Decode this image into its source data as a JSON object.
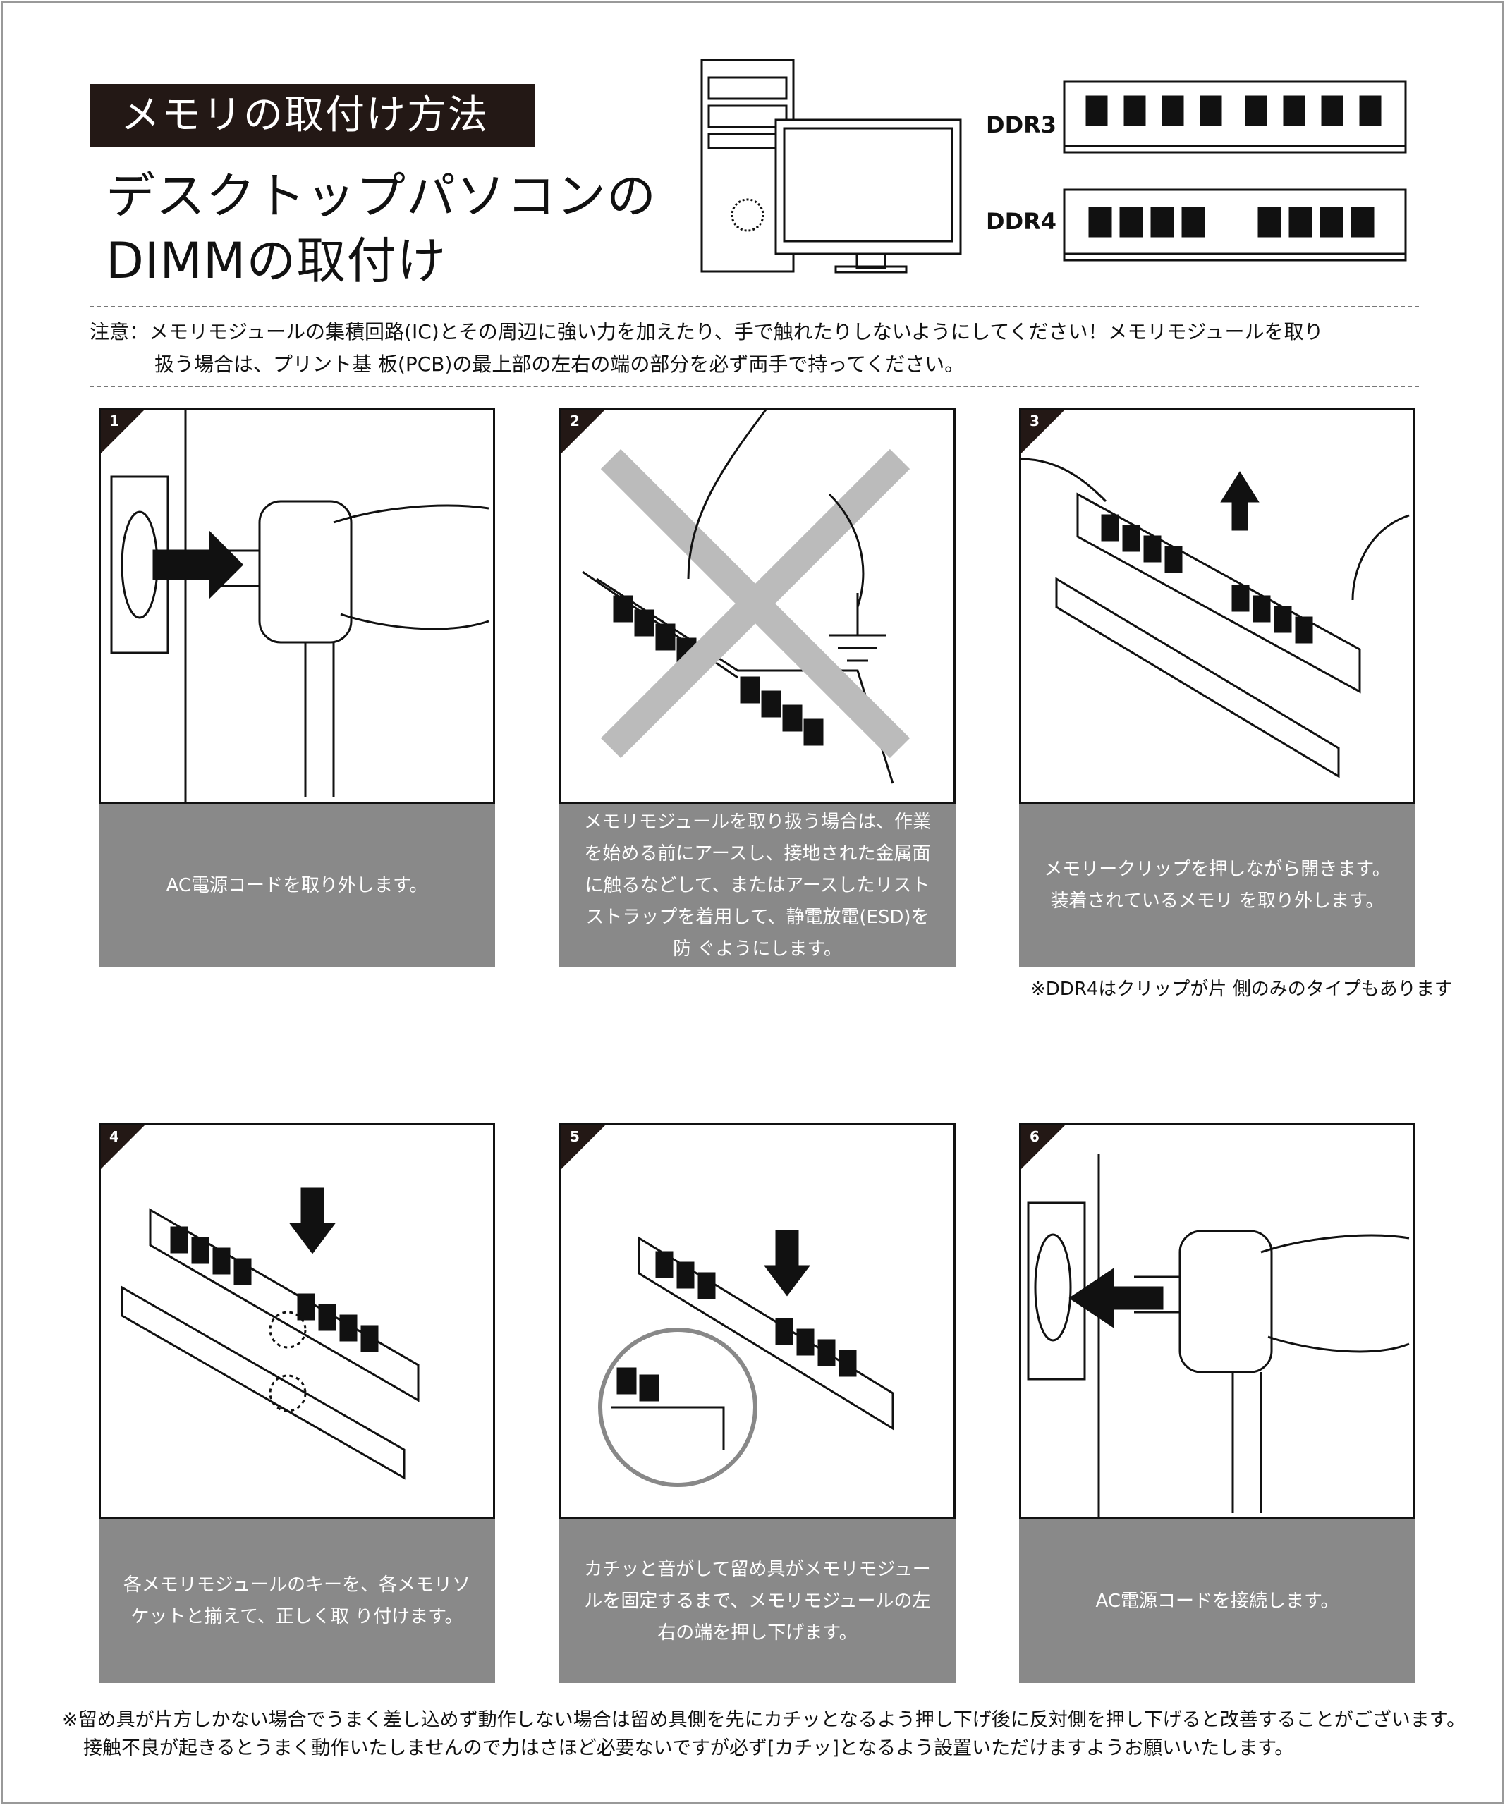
{
  "header": {
    "title": "メモリの取付け方法",
    "heading_line1": "デスクトップパソコンの",
    "heading_line2": "DIMMの取付け"
  },
  "modules": [
    {
      "label": "DDR3"
    },
    {
      "label": "DDR4"
    }
  ],
  "notice": {
    "line1": "注意：メモリモジュールの集積回路(IC)とその周辺に強い力を加えたり、手で触れたりしないようにしてください！メモリモジュールを取り",
    "line2": "扱う場合は、プリント基 板(PCB)の最上部の左右の端の部分を必ず両手で持ってください。"
  },
  "steps": [
    {
      "number": "1",
      "caption": "AC電源コードを取り外します。"
    },
    {
      "number": "2",
      "caption": "メモリモジュールを取り扱う場合は、作業を始める前にアースし、接地された金属面に触るなどして、またはアースしたリストストラップを着用して、静電放電(ESD)を防 ぐようにします。"
    },
    {
      "number": "3",
      "caption": "メモリークリップを押しながら開きます。装着されているメモリ を取り外します。"
    },
    {
      "number": "4",
      "caption": "各メモリモジュールのキーを、各メモリソケットと揃えて、正しく取 り付けます。"
    },
    {
      "number": "5",
      "caption": "カチッと音がして留め具がメモリモジュールを固定するまで、メモリモジュールの左右の端を押し下げます。"
    },
    {
      "number": "6",
      "caption": "AC電源コードを接続します。"
    }
  ],
  "ddr4_note": "※DDR4はクリップが片 側のみのタイプもあります",
  "footer": {
    "line1": "※留め具が片方しかない場合でうまく差し込めず動作しない場合は留め具側を先にカチッとなるよう押し下げ後に反対側を押し下げると改善することがございます。",
    "line2": "接触不良が起きるとうまく動作いたしませんので力はさほど必要ないですが必ず[カチッ]となるよう設置いただけますようお願いいたします。"
  }
}
